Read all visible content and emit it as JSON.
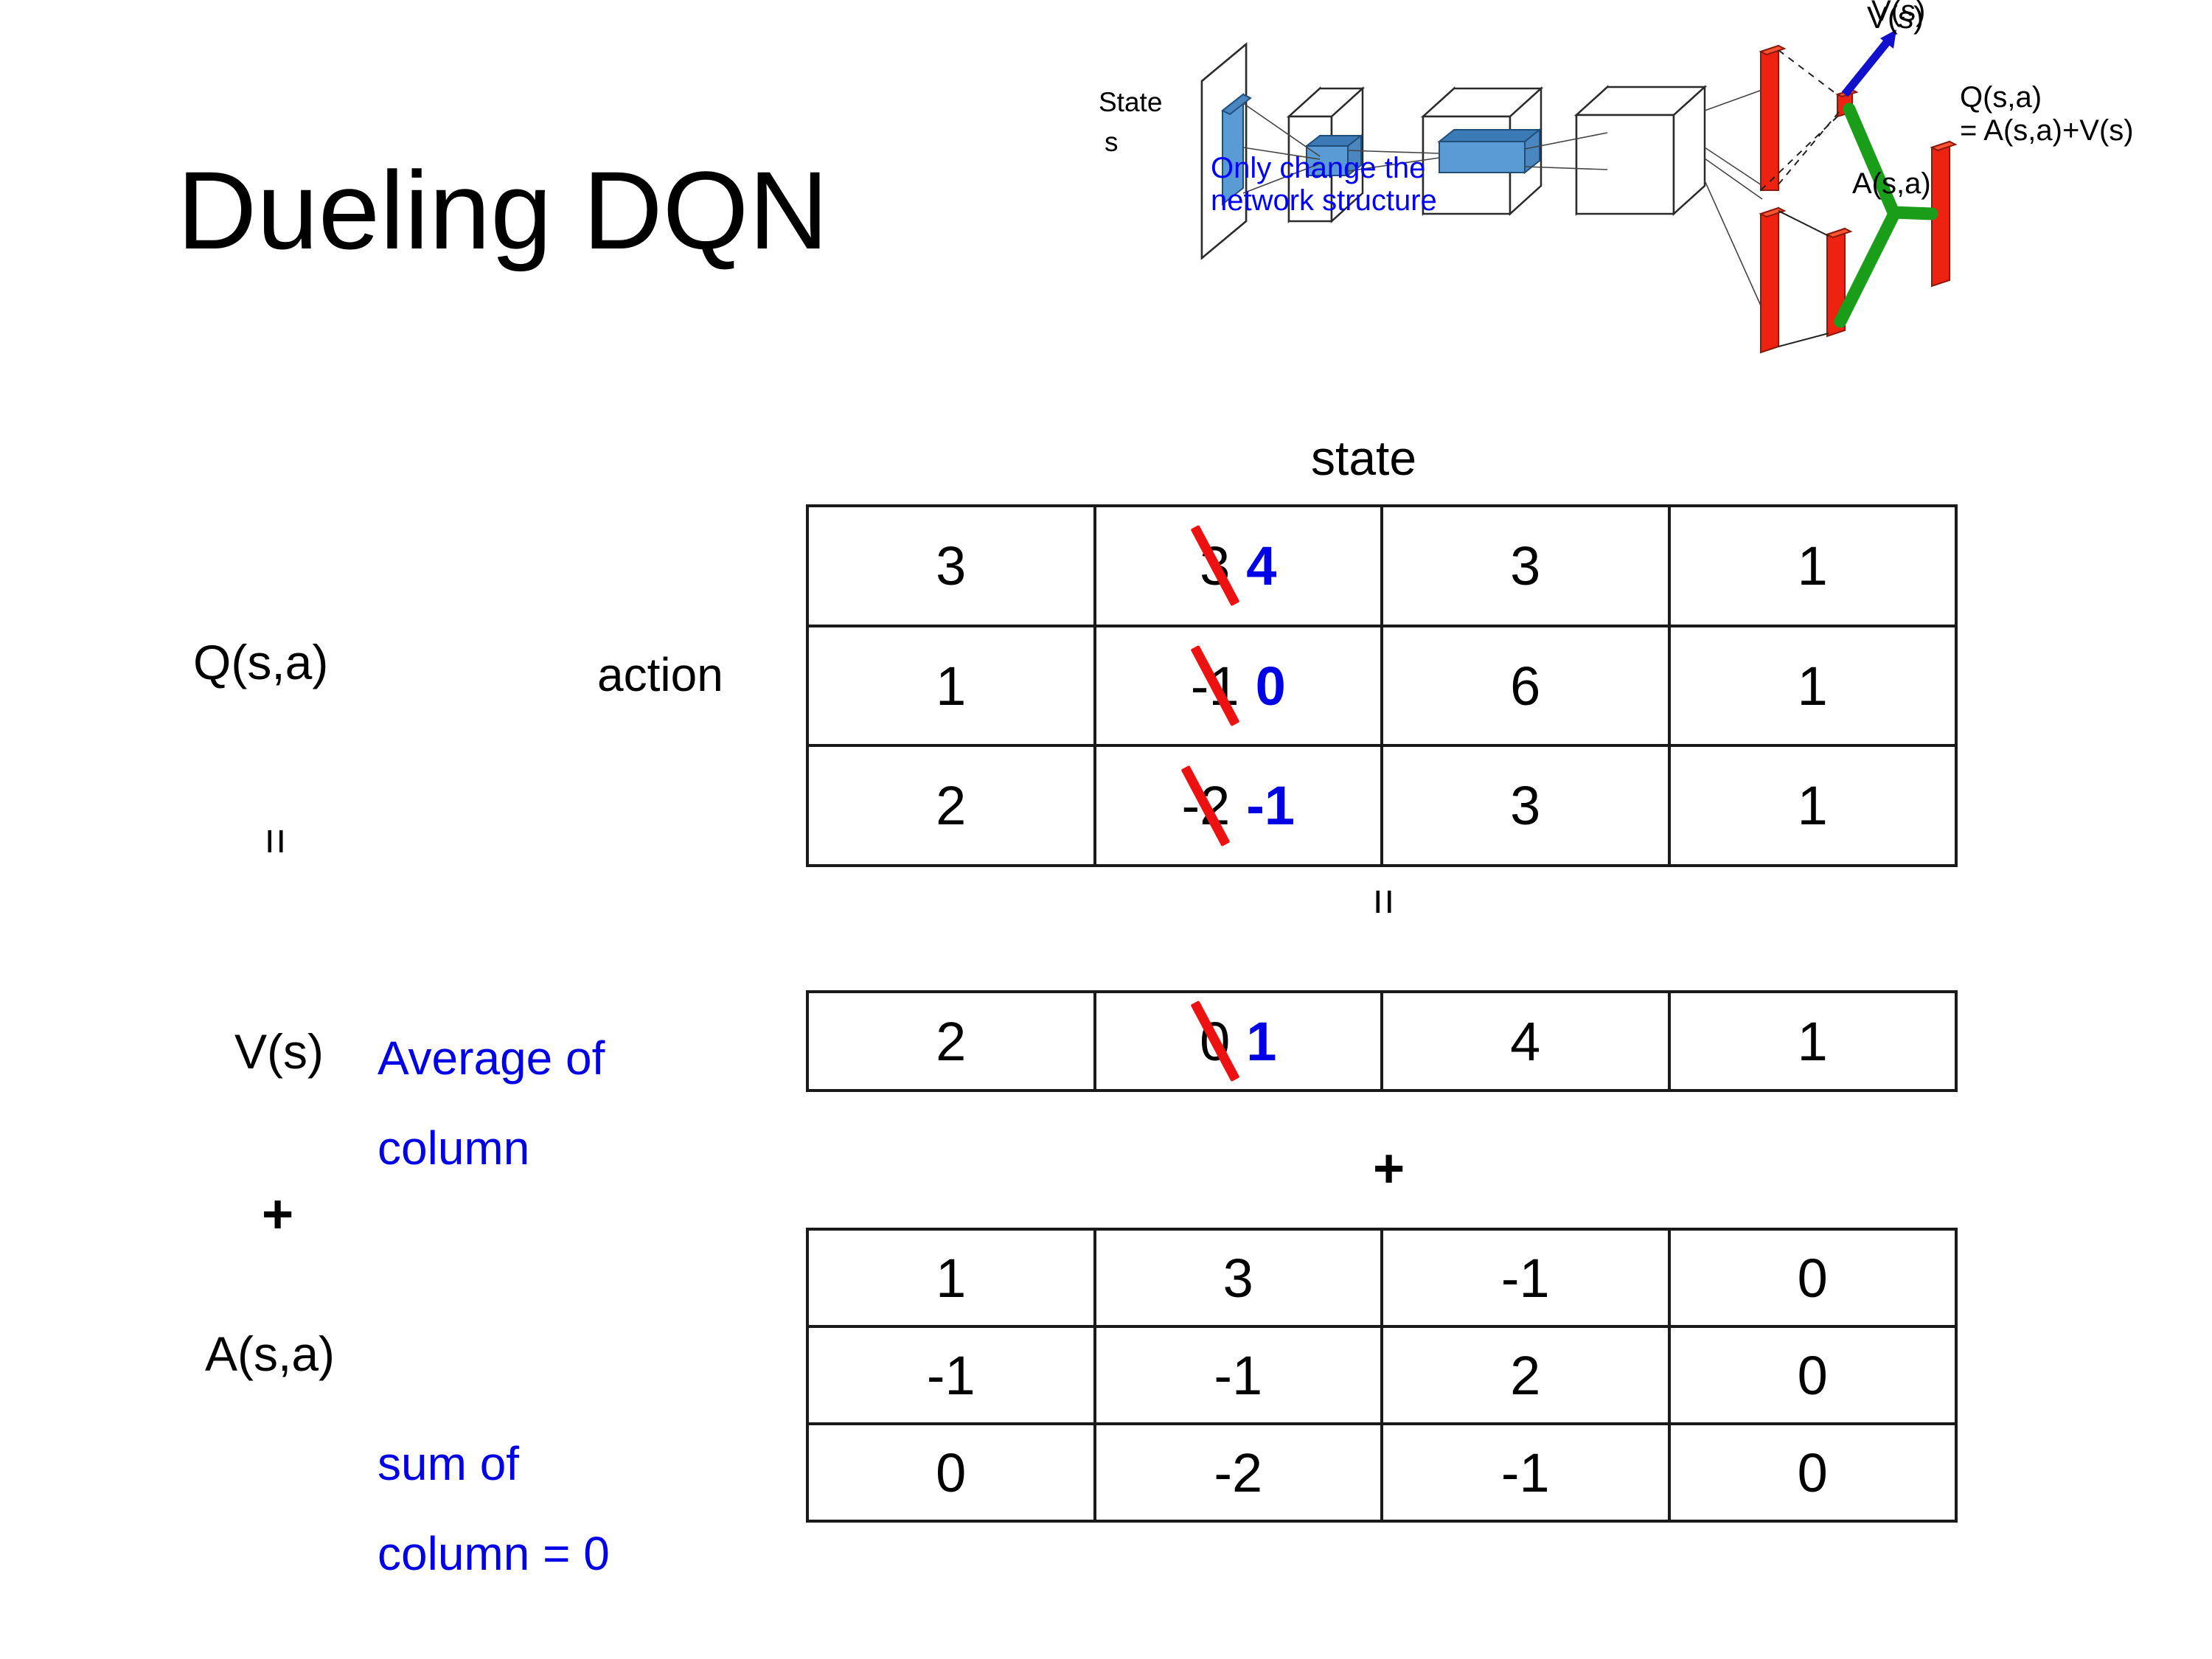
{
  "title": "Dueling DQN",
  "diagram": {
    "state_label_line1": "State",
    "state_label_line2": "s",
    "note_line1": "Only change the",
    "note_line2": "network structure",
    "v_label": "V(s)",
    "a_label": "A(s,a)",
    "q_label_line1": "Q(s,a)",
    "q_label_line2": "= A(s,a)+V(s)",
    "colors": {
      "note": "#0000ff",
      "arrow": "#1111cc",
      "bars": "#ee2211",
      "merge": "#1a9e1a",
      "blocks": "#5b9bd5"
    }
  },
  "labels": {
    "state_axis": "state",
    "action_axis": "action",
    "q_label": "Q(s,a)",
    "v_label": "V(s)",
    "a_label": "A(s,a)",
    "equals_left": "=",
    "plus_left": "+",
    "equals_mid": "=",
    "plus_mid": "+",
    "note_v_line1": "Average of",
    "note_v_line2": "column",
    "note_a_line1": "sum of",
    "note_a_line2": "column = 0"
  },
  "colors": {
    "text": "#000000",
    "annotation_blue": "#0000e6",
    "strikethrough_red": "#ee1111",
    "border": "#1a1a1a"
  },
  "chart_data": {
    "type": "table",
    "title": "Dueling DQN: Q(s,a) = V(s) + A(s,a)",
    "xlabel": "state",
    "ylabel": "action",
    "tables": [
      {
        "name": "Q(s,a)",
        "rows": [
          [
            {
              "value": "3"
            },
            {
              "value": "3",
              "struck": true,
              "new_value": "4"
            },
            {
              "value": "3"
            },
            {
              "value": "1"
            }
          ],
          [
            {
              "value": "1"
            },
            {
              "value": "-1",
              "struck": true,
              "new_value": "0"
            },
            {
              "value": "6"
            },
            {
              "value": "1"
            }
          ],
          [
            {
              "value": "2"
            },
            {
              "value": "-2",
              "struck": true,
              "new_value": "-1"
            },
            {
              "value": "3"
            },
            {
              "value": "1"
            }
          ]
        ]
      },
      {
        "name": "V(s)",
        "rows": [
          [
            {
              "value": "2"
            },
            {
              "value": "0",
              "struck": true,
              "new_value": "1"
            },
            {
              "value": "4"
            },
            {
              "value": "1"
            }
          ]
        ]
      },
      {
        "name": "A(s,a)",
        "rows": [
          [
            {
              "value": "1"
            },
            {
              "value": "3"
            },
            {
              "value": "-1"
            },
            {
              "value": "0"
            }
          ],
          [
            {
              "value": "-1"
            },
            {
              "value": "-1"
            },
            {
              "value": "2"
            },
            {
              "value": "0"
            }
          ],
          [
            {
              "value": "0"
            },
            {
              "value": "-2"
            },
            {
              "value": "-1"
            },
            {
              "value": "0"
            }
          ]
        ]
      }
    ]
  }
}
